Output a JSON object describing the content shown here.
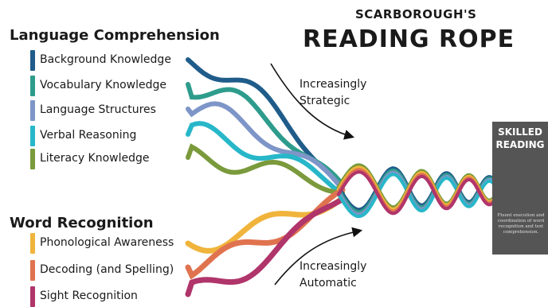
{
  "brand": {
    "top": "SCARBOROUGH'S",
    "main": "READING ROPE"
  },
  "language_comprehension": {
    "title": "Language Comprehension",
    "strands": [
      {
        "label": "Background Knowledge",
        "color": "#1f5c8a"
      },
      {
        "label": "Vocabulary Knowledge",
        "color": "#2e9c8c"
      },
      {
        "label": "Language Structures",
        "color": "#7e95c8"
      },
      {
        "label": "Verbal Reasoning",
        "color": "#27b7c9"
      },
      {
        "label": "Literacy Knowledge",
        "color": "#7a9a3c"
      }
    ]
  },
  "word_recognition": {
    "title": "Word Recognition",
    "strands": [
      {
        "label": "Phonological Awareness",
        "color": "#f0b43c"
      },
      {
        "label": "Decoding (and Spelling)",
        "color": "#e0734f"
      },
      {
        "label": "Sight Recognition",
        "color": "#b0356a"
      }
    ]
  },
  "arrows": {
    "strategic": "Increasingly\nStrategic",
    "automatic": "Increasingly\nAutomatic"
  },
  "skilled_reading": {
    "title": "SKILLED\nREADING",
    "description": "Fluent execution and coordination of word recognition and text comprehension."
  }
}
